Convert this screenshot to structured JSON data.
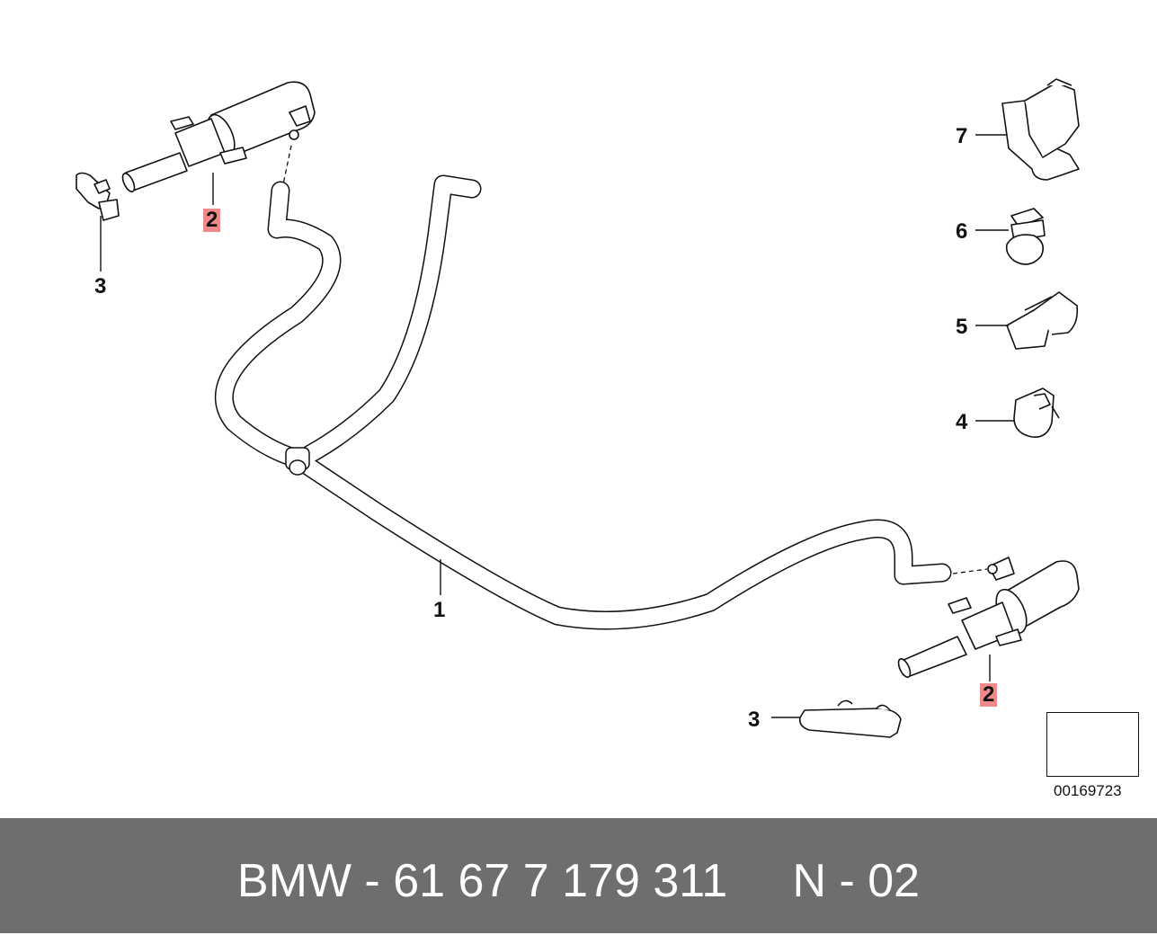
{
  "callouts": {
    "hose": "1",
    "nozzle_top": "2",
    "nozzle_bottom": "2",
    "cap_top": "3",
    "cap_bottom": "3",
    "clip_4": "4",
    "clip_5": "5",
    "clip_6": "6",
    "holder_7": "7"
  },
  "reference_code": "00169723",
  "footer": {
    "text": "BMW - 61 67 7 179 311     N - 02"
  },
  "colors": {
    "highlight": "#f08a8a",
    "footer_bg": "#6e6e6e",
    "footer_text": "#ffffff",
    "line": "#111111"
  }
}
